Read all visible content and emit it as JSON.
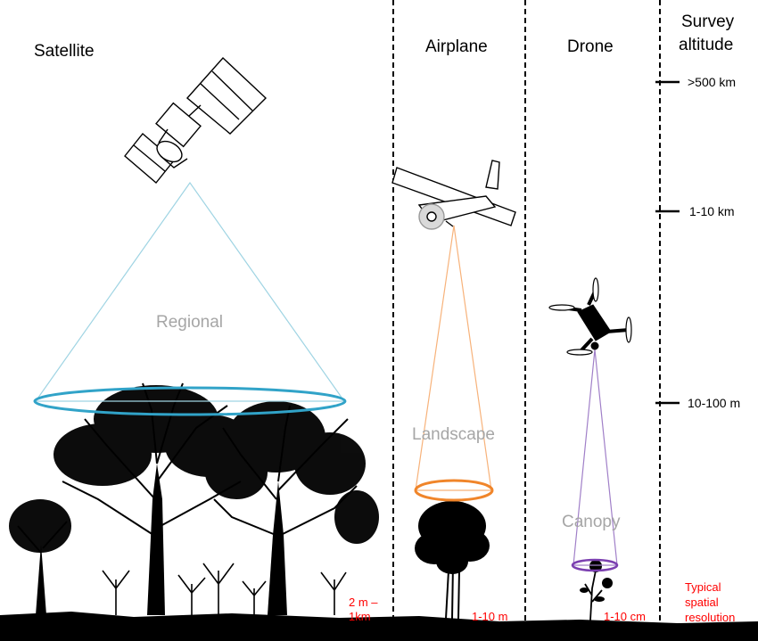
{
  "columns": {
    "satellite": "Satellite",
    "airplane": "Airplane",
    "drone": "Drone",
    "survey_line1": "Survey",
    "survey_line2": "altitude"
  },
  "altitudes": [
    ">500 km",
    "1-10 km",
    "10-100 m"
  ],
  "scopes": {
    "satellite": "Regional",
    "airplane": "Landscape",
    "drone": "Canopy"
  },
  "resolutions": {
    "satellite_line1": "2 m –",
    "satellite_line2": "1km",
    "airplane": "1-10 m",
    "drone": "1-10 cm",
    "legend_line1": "Typical",
    "legend_line2": "spatial",
    "legend_line3": "resolution"
  },
  "colors": {
    "satellite_cone": "#9fd4e3",
    "satellite_footprint": "#31a3c8",
    "airplane_cone": "#f7b27a",
    "airplane_footprint": "#f0852a",
    "drone_cone": "#a07fc8",
    "drone_footprint": "#7b3fb0",
    "resolution_text": "#ff0000",
    "scope_text": "#a6a6a6"
  },
  "icons": [
    "satellite-icon",
    "airplane-icon",
    "drone-icon",
    "tree-silhouette",
    "shrub-silhouette",
    "flower-silhouette"
  ]
}
